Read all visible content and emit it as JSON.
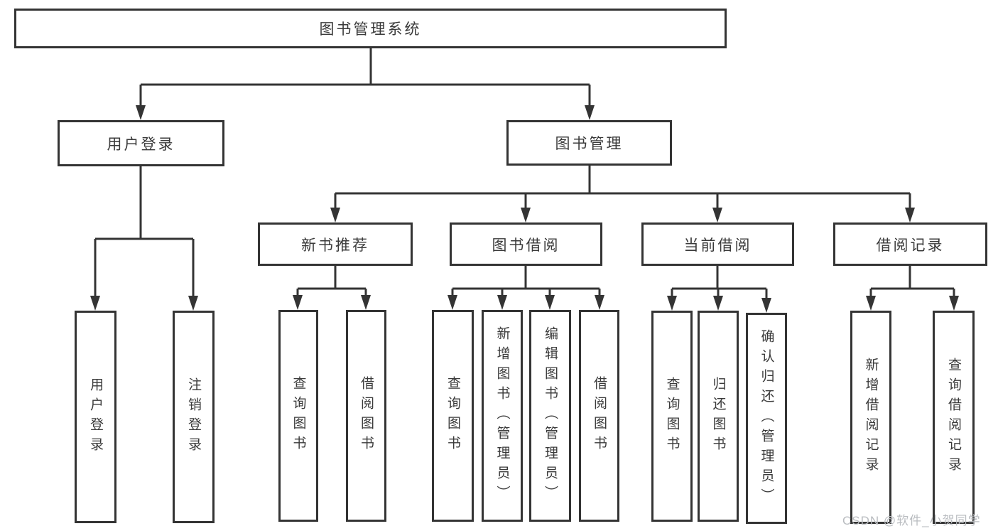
{
  "diagram": {
    "type": "hierarchy-tree",
    "root": {
      "label": "图书管理系统"
    },
    "level2": [
      {
        "id": "user-login",
        "label": "用户登录"
      },
      {
        "id": "book-management",
        "label": "图书管理"
      }
    ],
    "level3": [
      {
        "id": "new-book-recommend",
        "label": "新书推荐"
      },
      {
        "id": "book-borrow",
        "label": "图书借阅"
      },
      {
        "id": "current-borrow",
        "label": "当前借阅"
      },
      {
        "id": "borrow-records",
        "label": "借阅记录"
      }
    ],
    "leaves": {
      "user_login": [
        {
          "label": "用户登录"
        },
        {
          "label": "注销登录"
        }
      ],
      "new_book_recommend": [
        {
          "label": "查询图书"
        },
        {
          "label": "借阅图书"
        }
      ],
      "book_borrow": [
        {
          "label": "查询图书"
        },
        {
          "label": "新增图书（管理员）"
        },
        {
          "label": "编辑图书（管理员）"
        },
        {
          "label": "借阅图书"
        }
      ],
      "current_borrow": [
        {
          "label": "查询图书"
        },
        {
          "label": "归还图书"
        },
        {
          "label": "确认归还（管理员）"
        }
      ],
      "borrow_records": [
        {
          "label": "新增借阅记录"
        },
        {
          "label": "查询借阅记录"
        }
      ]
    },
    "watermark": "CSDN @软件_小贺同学",
    "colors": {
      "line": "#343434",
      "box_border": "#343434",
      "text": "#3a3a3a",
      "background": "#ffffff",
      "watermark": "#b9bcc0"
    }
  }
}
